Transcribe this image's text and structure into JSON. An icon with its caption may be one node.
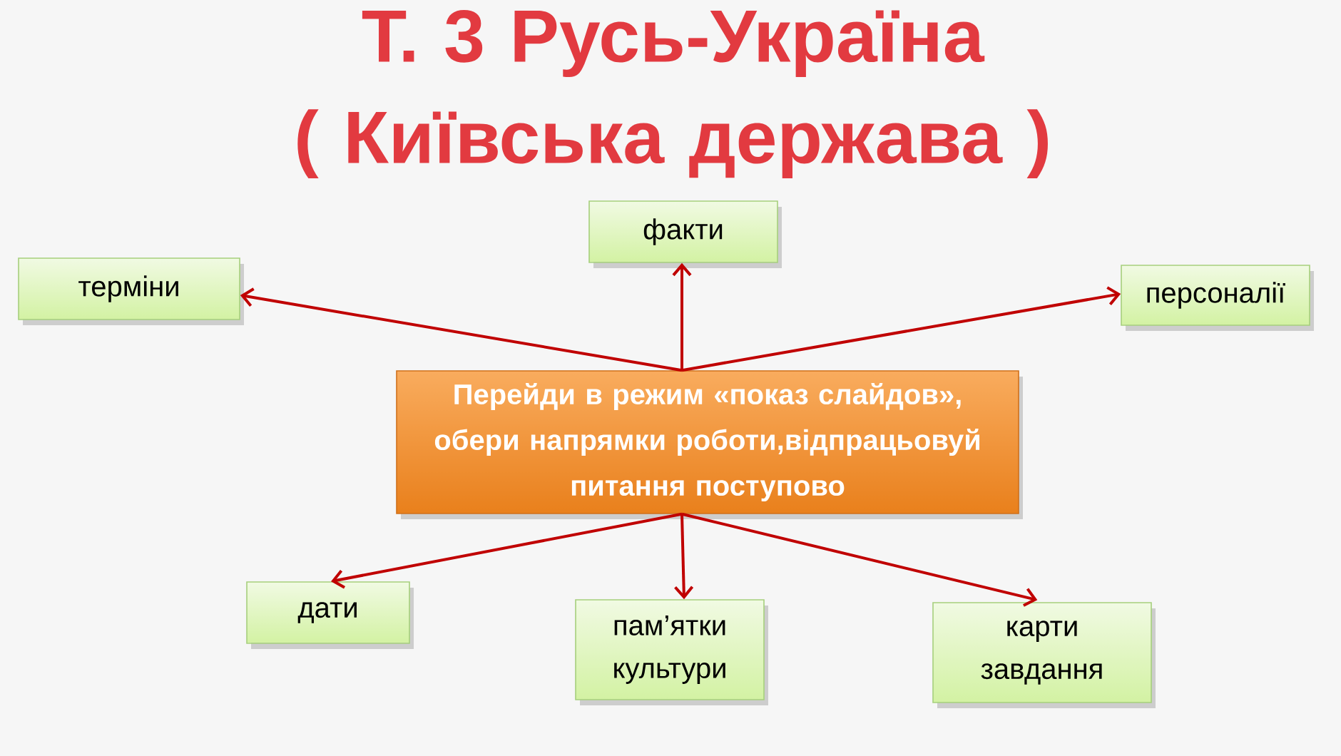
{
  "diagram": {
    "title": "Т. 3 Русь-Україна ( Київська держава )",
    "nodes": [
      {
        "text": [
          "факти"
        ]
      },
      {
        "text": [
          "терміни"
        ]
      },
      {
        "text": [
          "персоналії"
        ]
      },
      {
        "text": [
          "Перейди в режим «показ слайдов», обери напрямки роботи,відпрацьовуй питання поступово"
        ]
      },
      {
        "text": [
          "дати"
        ]
      },
      {
        "text": [
          "пам’ятки культури"
        ]
      },
      {
        "text": [
          "карти завдання"
        ]
      }
    ],
    "edges": [
      {
        "from": 3,
        "to": 0,
        "arrow": "to"
      },
      {
        "from": 3,
        "to": 1,
        "arrow": "to"
      },
      {
        "from": 3,
        "to": 2,
        "arrow": "to"
      },
      {
        "from": 3,
        "to": 4,
        "arrow": "to"
      },
      {
        "from": 3,
        "to": 5,
        "arrow": "to"
      },
      {
        "from": 3,
        "to": 6,
        "arrow": "to"
      }
    ]
  }
}
